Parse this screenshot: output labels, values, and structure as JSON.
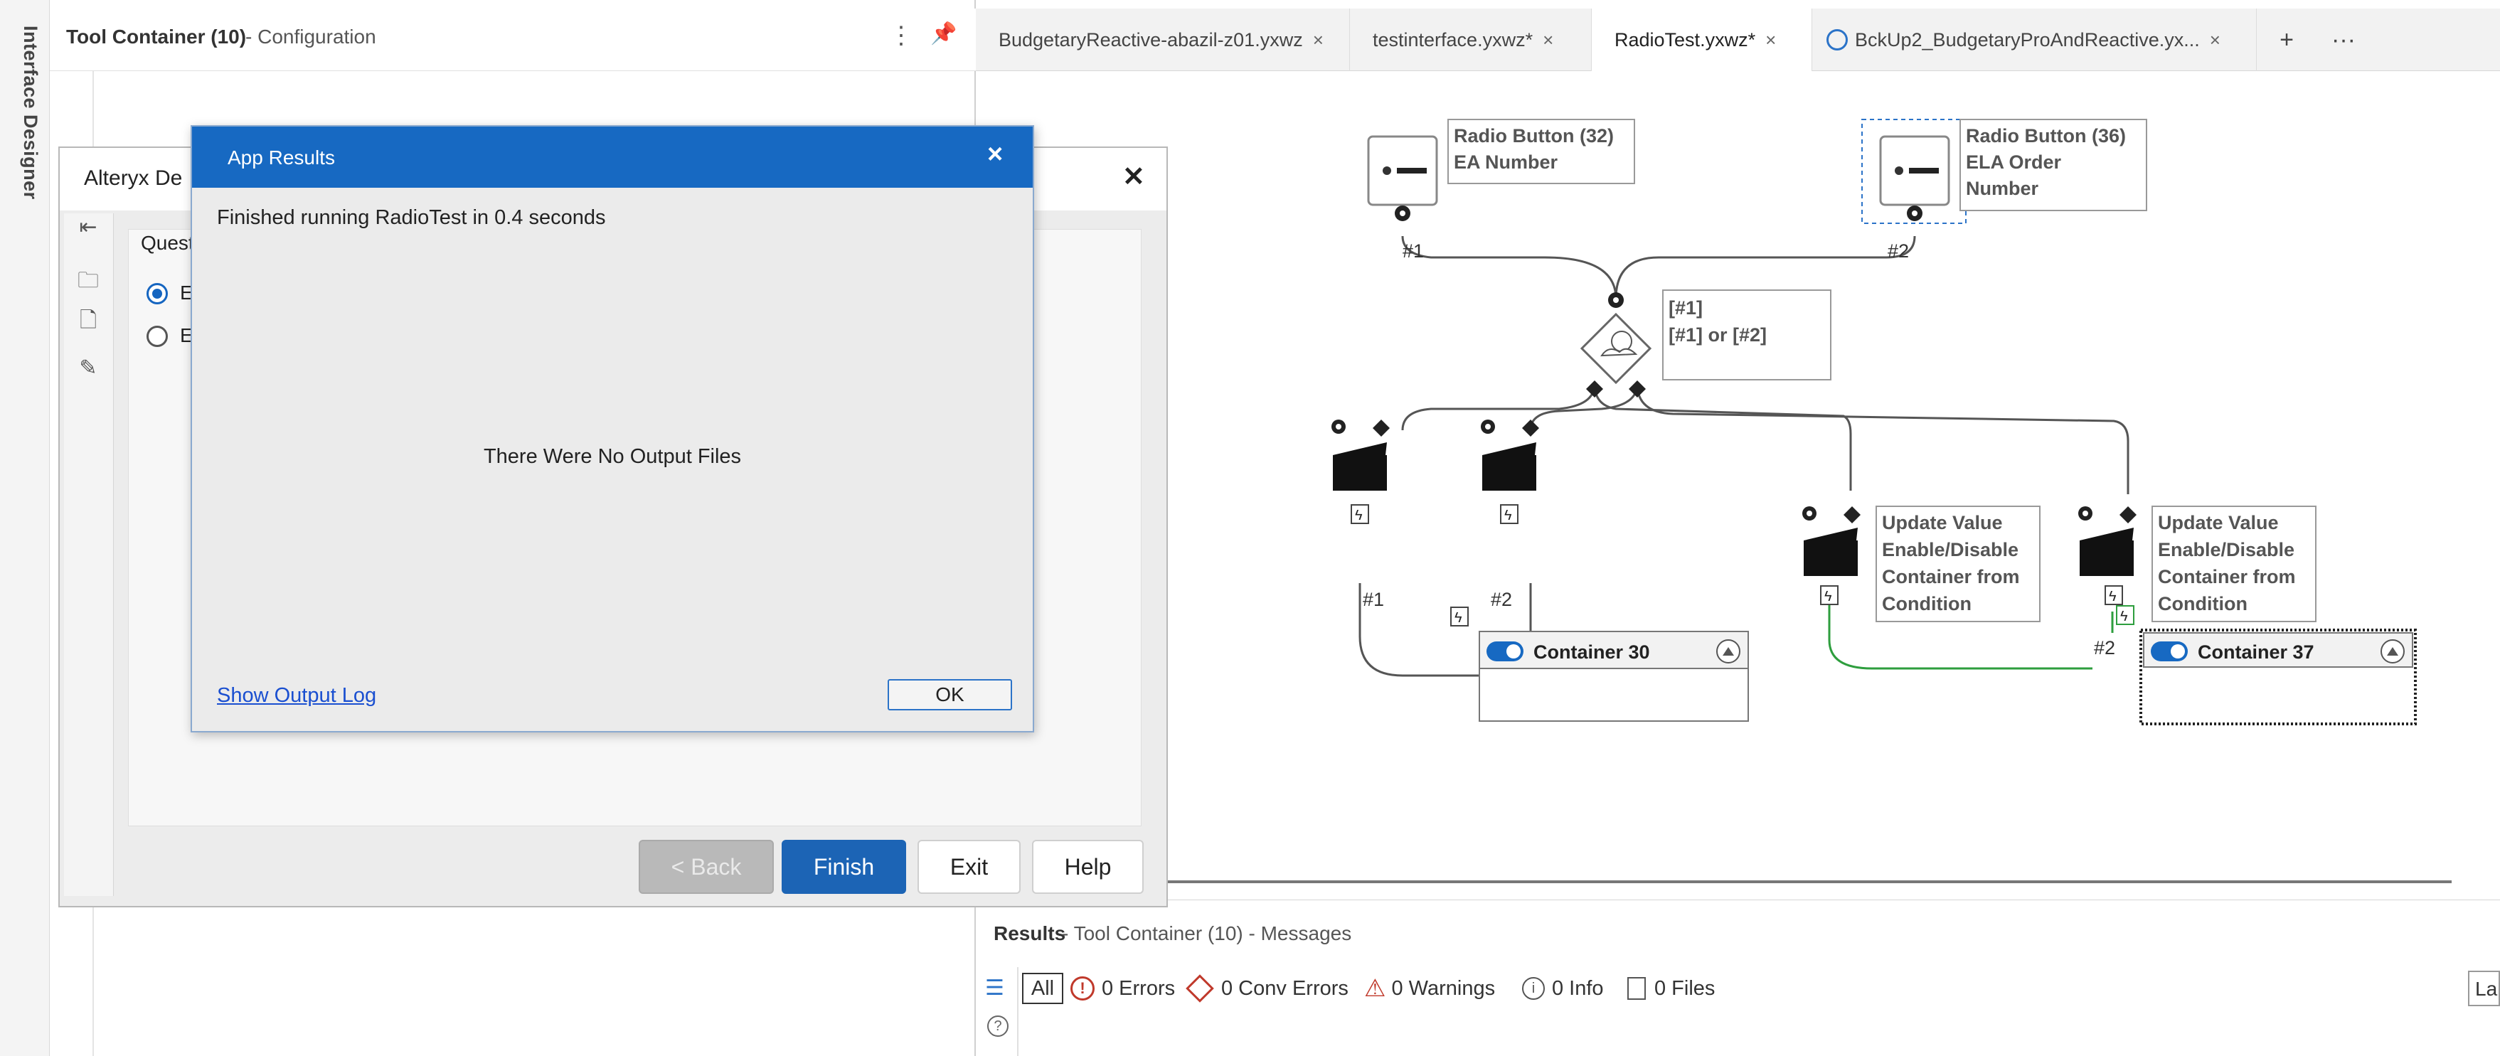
{
  "sidebar": {
    "label": "Interface Designer"
  },
  "config": {
    "title": "Tool Container (10)",
    "subtitle": "- Configuration",
    "menu_icon": "kebab-icon",
    "pin_icon": "pin-icon"
  },
  "tabs": [
    {
      "label": "BudgetaryReactive-abazil-z01.yxwz",
      "active": false
    },
    {
      "label": "testinterface.yxwz*",
      "active": false
    },
    {
      "label": "RadioTest.yxwz*",
      "active": true
    },
    {
      "label": "BckUp2_BudgetaryProAndReactive.yx...",
      "active": false
    }
  ],
  "tab_close": "×",
  "tab_add": "+",
  "tab_more": "···",
  "canvas": {
    "radio32_title": "Radio Button (32)",
    "radio32_sub": "EA Number",
    "radio36_title": "Radio Button (36)",
    "radio36_sub1": "ELA Order",
    "radio36_sub2": "Number",
    "wire_1": "#1",
    "wire_2": "#2",
    "cond_line1": "[#1]",
    "cond_line2": "[#1] or [#2]",
    "update_line1": "Update Value",
    "update_line2": "Enable/Disable",
    "update_line3": "Container from",
    "update_line4": "Condition",
    "wire_bottom_1": "#1",
    "wire_bottom_2": "#2",
    "wire_right_2": "#2",
    "container30": "Container 30",
    "container37": "Container 37"
  },
  "results": {
    "title": "Results",
    "subtitle": "- Tool Container (10) - Messages",
    "filters": {
      "all": "All",
      "errors": "0 Errors",
      "conv_errors": "0 Conv Errors",
      "warnings": "0 Warnings",
      "info": "0 Info",
      "files": "0 Files"
    },
    "edge_text": "La"
  },
  "designer_dialog": {
    "title": "Alteryx De",
    "question": "Quest",
    "radio1_label": "E",
    "radio2_label": "E",
    "back_label": "< Back",
    "finish_label": "Finish",
    "exit_label": "Exit",
    "help_label": "Help"
  },
  "app_results": {
    "title": "App Results",
    "close": "×",
    "message": "Finished running RadioTest in 0.4 seconds",
    "no_output": "There Were No Output Files",
    "log_link": "Show Output Log",
    "ok_label": "OK"
  },
  "colors": {
    "accent_blue": "#1769c2",
    "finish_blue": "#1c64b5",
    "wire_green": "#2e9e3e",
    "error_red": "#c0392b"
  }
}
